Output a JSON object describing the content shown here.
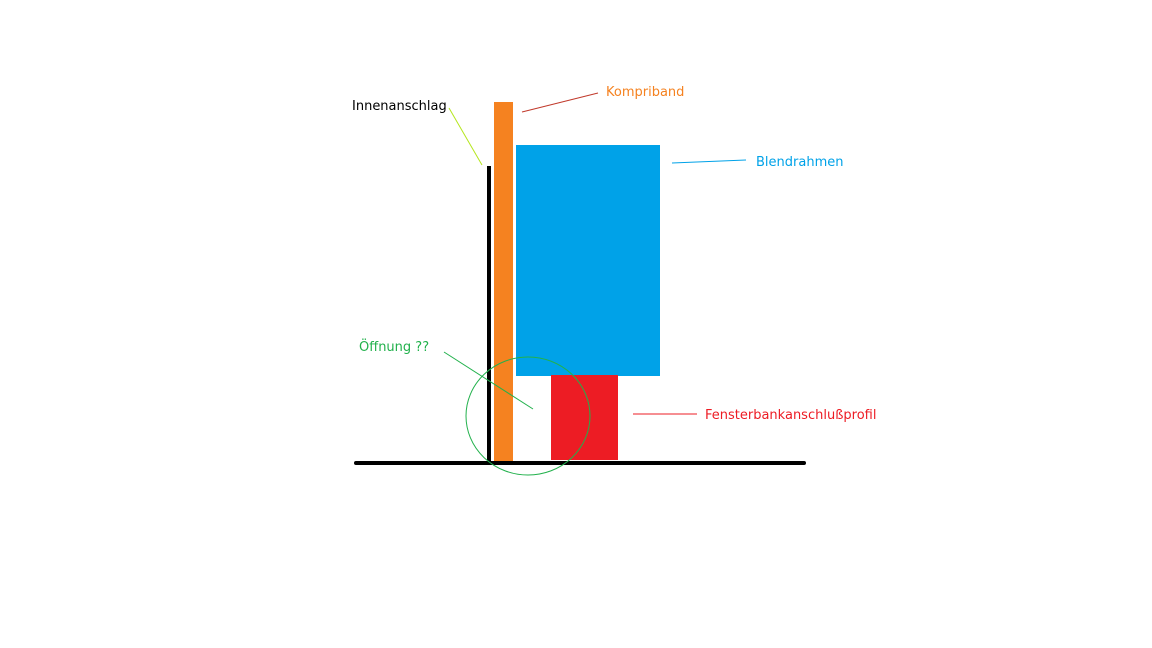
{
  "labels": {
    "innenanschlag": "Innenanschlag",
    "kompriband": "Kompriband",
    "blendrahmen": "Blendrahmen",
    "oeffnung": "Öffnung ??",
    "fensterbank": "Fensterbankanschlußprofil"
  },
  "colors": {
    "wall": "#000000",
    "kompriband": "#f58220",
    "blendrahmen": "#00a2e8",
    "fensterbank": "#ed1c24",
    "oeffnung": "#22b14c",
    "innenanschlag_leader": "#b5e61d",
    "kompriband_leader": "#c0392b",
    "blendrahmen_leader": "#00a2e8",
    "fensterbank_leader": "#ed1c24",
    "text_default": "#000000",
    "text_kompriband": "#f58220",
    "text_blendrahmen": "#00a2e8",
    "text_oeffnung": "#22b14c",
    "text_fensterbank": "#ed1c24"
  }
}
